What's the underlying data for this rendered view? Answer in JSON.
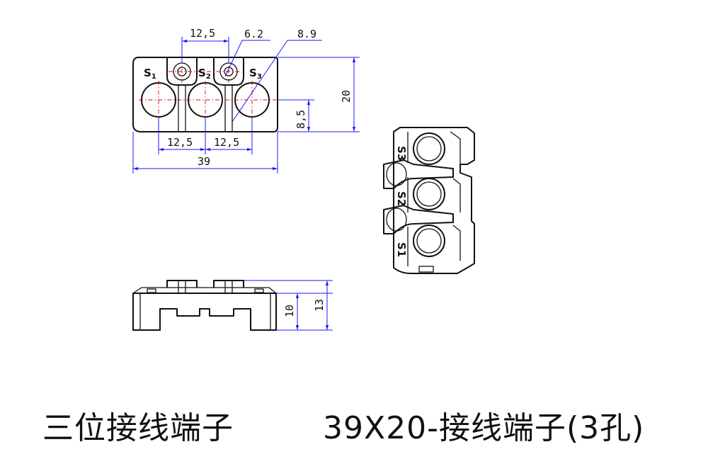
{
  "title_left": "三位接线端子",
  "title_right": "39X20-接线端子(3孔)",
  "top_view": {
    "labels": {
      "s1": "S",
      "s1_sub": "1",
      "s2": "S",
      "s2_sub": "2",
      "s3": "S",
      "s3_sub": "3"
    },
    "dims": {
      "pitch_top": "12,5",
      "d_small": "6.2",
      "d_large": "8.9",
      "height": "20",
      "center_offset": "8,5",
      "pitch_bottom_left": "12,5",
      "pitch_bottom_right": "12,5",
      "width": "39"
    }
  },
  "front_view": {
    "dims": {
      "body_height": "10",
      "total_height": "13"
    }
  },
  "iso_view": {
    "labels": {
      "s3": "S3",
      "s2": "S2",
      "s1": "S1"
    }
  },
  "colors": {
    "dimension": "#1a1aff",
    "centerline": "#e00000",
    "outline": "#111111"
  }
}
